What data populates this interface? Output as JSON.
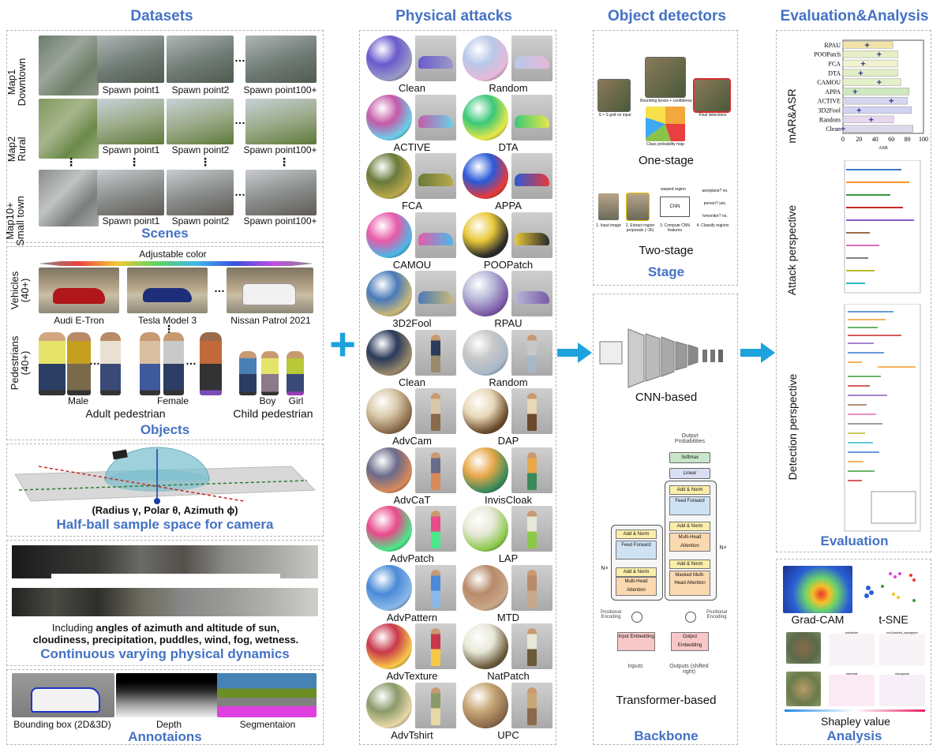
{
  "columns": {
    "datasets": "Datasets",
    "attacks": "Physical attacks",
    "detectors": "Object detectors",
    "evaluation": "Evaluation&Analysis"
  },
  "scenes": {
    "title": "Scenes",
    "maps": [
      {
        "label_line1": "Map1",
        "label_line2": "Downtown"
      },
      {
        "label_line1": "Map2",
        "label_line2": "Rural"
      },
      {
        "label_line1": "Map10+",
        "label_line2": "Small town"
      }
    ],
    "spawn_labels": [
      "Spawn point1",
      "Spawn point2",
      "Spawn point100+"
    ],
    "dots": "…",
    "vdots": "⋮"
  },
  "objects": {
    "title": "Objects",
    "adjustable_color": "Adjustable color",
    "vehicles_label_line1": "Vehicles",
    "vehicles_label_line2": "(40+)",
    "vehicles": [
      "Audi E-Tron",
      "Tesla Model 3",
      "Nissan Patrol 2021"
    ],
    "pedestrians_label_line1": "Pedestrians",
    "pedestrians_label_line2": "(40+)",
    "male": "Male",
    "female": "Female",
    "boy": "Boy",
    "girl": "Girl",
    "adult": "Adult pedestrian",
    "child": "Child pedestrian"
  },
  "camera": {
    "formula": "(Radius γ, Polar  θ, Azimuth  ϕ)",
    "title": "Half-ball sample space for camera"
  },
  "dynamics": {
    "text_prefix": "Including ",
    "text_bold": "angles of azimuth and altitude of sun,",
    "text_line2": "cloudiness, precipitation, puddles, wind, fog, wetness.",
    "title": "Continuous varying physical dynamics"
  },
  "annotations": {
    "title": "Annotaions",
    "items": [
      "Bounding box (2D&3D)",
      "Depth",
      "Segmentaion"
    ]
  },
  "attacks": {
    "vehicle_rows": [
      [
        "Clean",
        "Random"
      ],
      [
        "ACTIVE",
        "DTA"
      ],
      [
        "FCA",
        "APPA"
      ],
      [
        "CAMOU",
        "POOPatch"
      ],
      [
        "3D2Fool",
        "RPAU"
      ]
    ],
    "person_rows": [
      [
        "Clean",
        "Random"
      ],
      [
        "AdvCam",
        "DAP"
      ],
      [
        "AdvCaT",
        "InvisCloak"
      ],
      [
        "AdvPatch",
        "LAP"
      ],
      [
        "AdvPattern",
        "MTD"
      ],
      [
        "AdvTexture",
        "NatPatch"
      ],
      [
        "AdvTshirt",
        "UPC"
      ]
    ],
    "plus": "+"
  },
  "detectors": {
    "one_stage": "One-stage",
    "two_stage": "Two-stage",
    "stage_title": "Stage",
    "cnn": "CNN-based",
    "transformer": "Transformer-based",
    "backbone_title": "Backbone",
    "yolo_caption_1": "S × S grid on input",
    "yolo_caption_2": "Bounding boxes + confidence",
    "yolo_caption_3": "Class probability map",
    "yolo_caption_4": "Final detections",
    "rcnn_steps": [
      "1. Input image",
      "2. Extract region proposals (~2k)",
      "3. Compute CNN features",
      "4. Classify regions"
    ],
    "rcnn_warped": "warped region",
    "rcnn_outputs": [
      "aeroplane? no.",
      "person? yes.",
      "tvmonitor? no."
    ],
    "rcnn_cnn": "CNN",
    "tf_output_probs": "Output Probabilities",
    "tf_softmax": "Softmax",
    "tf_linear": "Linear",
    "tf_addnorm": "Add & Norm",
    "tf_ff": "Feed Forward",
    "tf_mha": "Multi-Head Attention",
    "tf_masked": "Masked Multi-Head Attention",
    "tf_input_emb": "Input Embedding",
    "tf_output_emb": "Output Embedding",
    "tf_pos": "Positional Encoding",
    "tf_inputs": "Inputs",
    "tf_outputs": "Outputs (shifted right)",
    "tf_nx": "N×"
  },
  "evaluation": {
    "title": "Evaluation",
    "map_asr_label": "mAR&ASR",
    "attack_persp": "Attack perspective",
    "detection_persp": "Detection perspective",
    "asr_axis": "ASR",
    "asr_ticks": [
      "0",
      "20",
      "40",
      "60",
      "80",
      "100"
    ]
  },
  "analysis": {
    "title": "Analysis",
    "gradcam": "Grad-CAM",
    "tsne": "t-SNE",
    "shapley": "Shapley value",
    "shap_labels": [
      "dowitcher",
      "red-backed_sandpiper",
      "meerkat",
      "mongoose"
    ]
  },
  "chart_data": {
    "type": "bar",
    "categories": [
      "RPAU",
      "POOPatch",
      "FCA",
      "DTA",
      "CAMOU",
      "APPA",
      "ACTIVE",
      "3D2Fool",
      "Random",
      "Clean"
    ],
    "series": [
      {
        "values": [
          62,
          68,
          68,
          68,
          72,
          82,
          80,
          85,
          63,
          87
        ]
      },
      {
        "values": [
          30,
          45,
          25,
          22,
          45,
          15,
          60,
          20,
          35,
          0
        ]
      }
    ],
    "xlabel": "ASR",
    "xlim": [
      0,
      100
    ],
    "xticks": [
      0,
      20,
      40,
      60,
      80,
      100
    ],
    "bar_colors": [
      "#f2e2a6",
      "#e6efc8",
      "#f1f2cf",
      "#e3eec9",
      "#e4f0c9",
      "#cfe8bd",
      "#d6d7ef",
      "#d2d3f2",
      "#e8d7ee",
      "#d9d9e9"
    ],
    "marker_color": "#2f3b8f"
  }
}
